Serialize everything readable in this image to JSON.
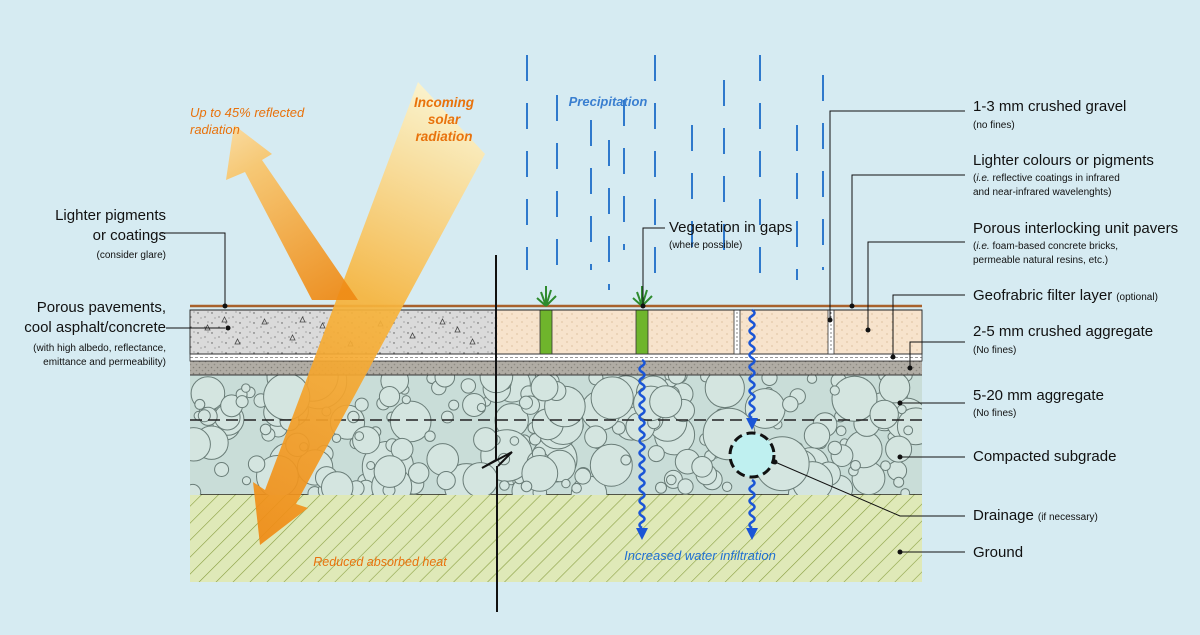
{
  "colors": {
    "background": "#d6ebf2",
    "orange_text": "#e8720c",
    "blue_text": "#1f6fd1",
    "precip_text": "#3a7fd0",
    "rain": "#2f79cc",
    "water": "#1a55d6",
    "paver": "#f7e3cc",
    "asphalt": "#dadada",
    "aggregate_fill": "#c9ddd8",
    "ground": "#dfe9b8",
    "grass": "#2e8b2e"
  },
  "annotations": {
    "reflected": "Up to 45% reflected radiation",
    "reflected_l1": "Up to 45% reflected",
    "reflected_l2": "radiation",
    "incoming_l1": "Incoming",
    "incoming_l2": "solar",
    "incoming_l3": "radiation",
    "precipitation": "Precipitation",
    "reduced_heat": "Reduced absorbed heat",
    "infiltration": "Increased water infiltration"
  },
  "left_labels": {
    "pigments": {
      "l1": "Lighter pigments",
      "l2": "or coatings",
      "note": "(consider glare)"
    },
    "porous": {
      "l1": "Porous pavements,",
      "l2": "cool asphalt/concrete",
      "n1": "(with high albedo, reflectance,",
      "n2": "emittance and permeability)"
    }
  },
  "vegetation": {
    "title": "Vegetation in gaps",
    "note": "(where possible)"
  },
  "right_labels": {
    "gravel": {
      "title": "1-3 mm crushed gravel",
      "note": "(no fines)"
    },
    "colours": {
      "title": "Lighter colours or pigments",
      "n1_italic": "i.e.",
      "n1_rest": " reflective coatings in infrared",
      "n2": "and near-infrared wavelenghts)",
      "n1_open": "("
    },
    "pavers": {
      "title": "Porous interlocking unit pavers",
      "n1_open": "(",
      "n1_italic": "i.e.",
      "n1_rest": " foam-based concrete bricks,",
      "n2": "permeable natural resins, etc.)"
    },
    "geofabric": {
      "title": "Geofrabric filter layer",
      "note": "(optional)"
    },
    "crushed": {
      "title": "2-5 mm crushed aggregate",
      "note": "(No fines)"
    },
    "aggregate": {
      "title": "5-20 mm aggregate",
      "note": "(No fines)"
    },
    "subgrade": {
      "title": "Compacted subgrade"
    },
    "drainage": {
      "title": "Drainage",
      "note": "(if necessary)"
    },
    "ground": {
      "title": "Ground"
    }
  },
  "icons": [
    "reflected-radiation-arrow-icon",
    "incoming-radiation-arrow-icon",
    "grass-icon",
    "water-drop-path-icon",
    "drainage-pipe-icon",
    "break-line-icon"
  ]
}
